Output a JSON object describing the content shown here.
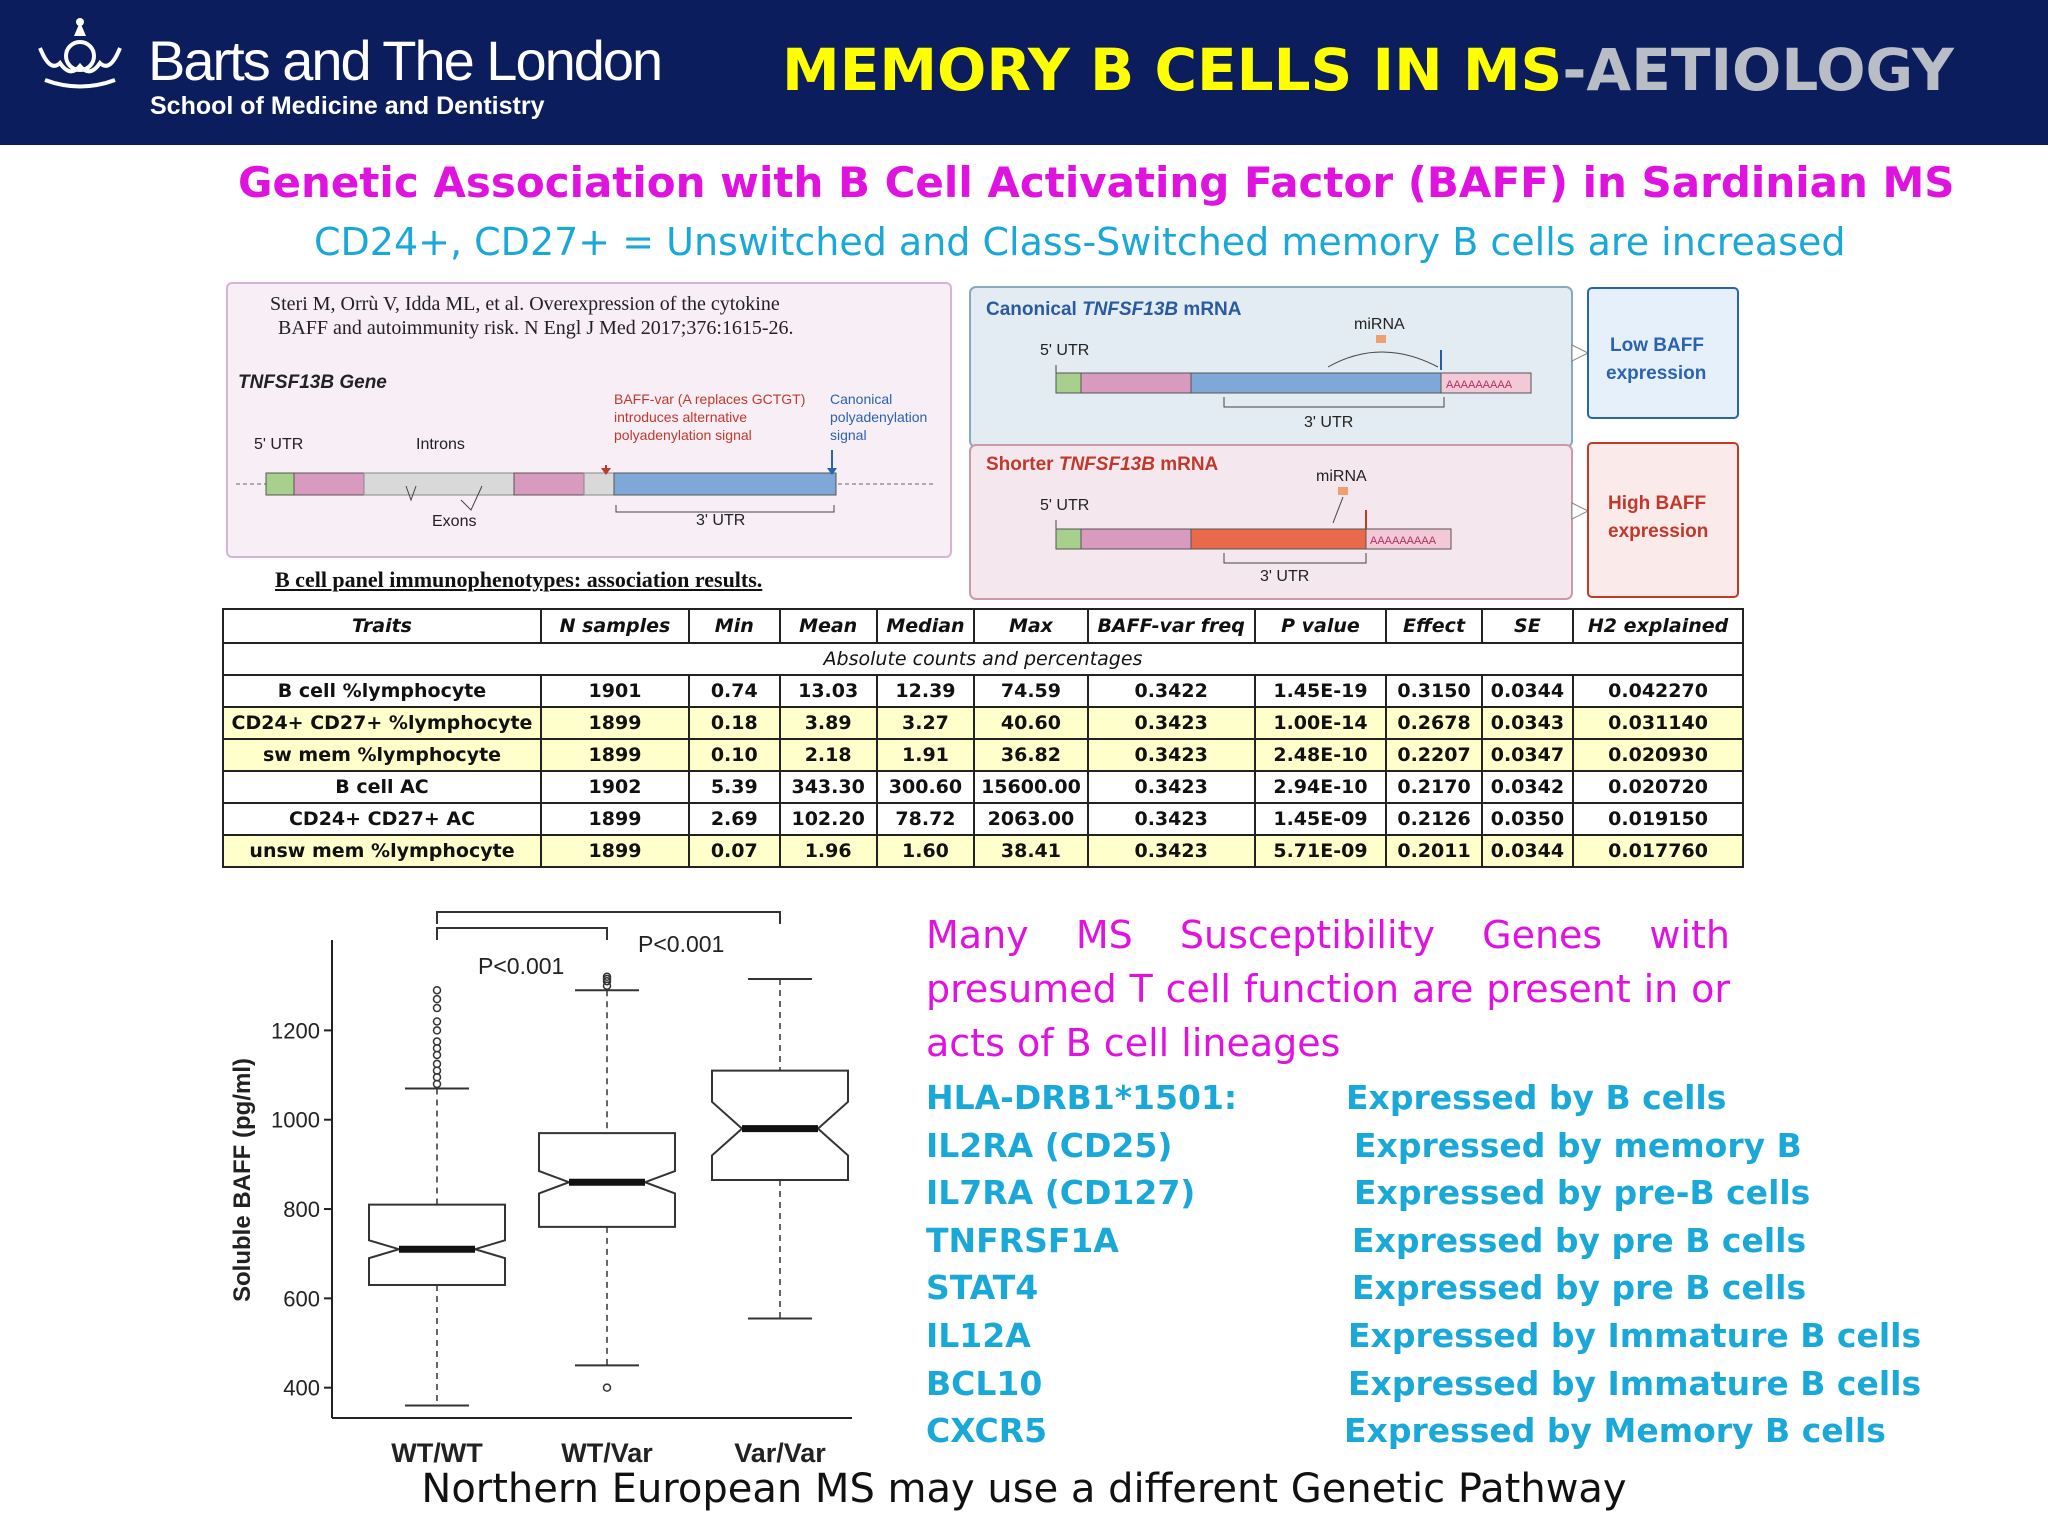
{
  "header": {
    "logo_main": "Barts and The London",
    "logo_sub": "School of Medicine and Dentistry",
    "title_part1": "MEMORY B CELLS IN MS",
    "title_part2": "-AETIOLOGY"
  },
  "subtitle": "Genetic Association with B Cell Activating Factor  (BAFF) in Sardinian MS",
  "subheading": "CD24+, CD27+ =  Unswitched and Class-Switched memory B cells are increased",
  "citation": {
    "line1": "Steri M, Orrù V, Idda ML, et al. Overexpression of the cytokine",
    "line2": "BAFF and autoimmunity risk. N Engl J Med 2017;376:1615-26."
  },
  "gene_diagram": {
    "title": "TNFSF13B Gene",
    "utr5": "5' UTR",
    "introns": "Introns",
    "exons": "Exons",
    "utr3": "3' UTR",
    "baff_var_note": [
      "BAFF-var (A replaces GCTGT)",
      "introduces alternative",
      "polyadenylation signal"
    ],
    "canonical_note": [
      "Canonical",
      "polyadenylation",
      "signal"
    ]
  },
  "mrna_diagram": {
    "canonical_title_a": "Canonical ",
    "canonical_title_b": "TNFSF13B",
    "canonical_title_c": " mRNA",
    "shorter_title_a": "Shorter ",
    "shorter_title_b": "TNFSF13B",
    "shorter_title_c": " mRNA",
    "mirna": "miRNA",
    "utr5": "5' UTR",
    "utr3": "3' UTR",
    "polya": "AAAAAAAAA",
    "low_baff": [
      "Low BAFF",
      "expression"
    ],
    "high_baff": [
      "High BAFF",
      "expression"
    ]
  },
  "panel_header": "B cell panel immunophenotypes: association results.",
  "table": {
    "columns": [
      "Traits",
      "N samples",
      "Min",
      "Mean",
      "Median",
      "Max",
      "BAFF-var freq",
      "P value",
      "Effect",
      "SE",
      "H2 explained"
    ],
    "subheader": "Absolute counts and percentages",
    "rows": [
      {
        "cells": [
          "B cell %lymphocyte",
          "1901",
          "0.74",
          "13.03",
          "12.39",
          "74.59",
          "0.3422",
          "1.45E-19",
          "0.3150",
          "0.0344",
          "0.042270"
        ],
        "highlight": false
      },
      {
        "cells": [
          "CD24+ CD27+ %lymphocyte",
          "1899",
          "0.18",
          "3.89",
          "3.27",
          "40.60",
          "0.3423",
          "1.00E-14",
          "0.2678",
          "0.0343",
          "0.031140"
        ],
        "highlight": true
      },
      {
        "cells": [
          "sw mem %lymphocyte",
          "1899",
          "0.10",
          "2.18",
          "1.91",
          "36.82",
          "0.3423",
          "2.48E-10",
          "0.2207",
          "0.0347",
          "0.020930"
        ],
        "highlight": true
      },
      {
        "cells": [
          "B cell AC",
          "1902",
          "5.39",
          "343.30",
          "300.60",
          "15600.00",
          "0.3423",
          "2.94E-10",
          "0.2170",
          "0.0342",
          "0.020720"
        ],
        "highlight": false
      },
      {
        "cells": [
          "CD24+ CD27+ AC",
          "1899",
          "2.69",
          "102.20",
          "78.72",
          "2063.00",
          "0.3423",
          "1.45E-09",
          "0.2126",
          "0.0350",
          "0.019150"
        ],
        "highlight": false
      },
      {
        "cells": [
          "unsw mem %lymphocyte",
          "1899",
          "0.07",
          "1.96",
          "1.60",
          "38.41",
          "0.3423",
          "5.71E-09",
          "0.2011",
          "0.0344",
          "0.017760"
        ],
        "highlight": true
      }
    ]
  },
  "chart_data": {
    "type": "box",
    "ylabel": "Soluble BAFF (pg/ml)",
    "ylim": [
      350,
      1380
    ],
    "yticks": [
      400,
      600,
      800,
      1000,
      1200
    ],
    "categories": [
      "WT/WT",
      "WT/Var",
      "Var/Var"
    ],
    "boxes": [
      {
        "name": "WT/WT",
        "whisker_low": 360,
        "q1": 630,
        "median": 710,
        "q3": 810,
        "whisker_high": 1070,
        "notch_low": 690,
        "notch_high": 730,
        "outliers": [
          1080,
          1095,
          1110,
          1125,
          1145,
          1160,
          1175,
          1200,
          1220,
          1250,
          1270,
          1290
        ]
      },
      {
        "name": "WT/Var",
        "whisker_low": 450,
        "q1": 760,
        "median": 860,
        "q3": 970,
        "whisker_high": 1290,
        "notch_low": 835,
        "notch_high": 885,
        "outliers": [
          400,
          1300,
          1310,
          1315,
          1320
        ]
      },
      {
        "name": "Var/Var",
        "whisker_low": 555,
        "q1": 865,
        "median": 980,
        "q3": 1110,
        "whisker_high": 1315,
        "notch_low": 920,
        "notch_high": 1040,
        "outliers": []
      }
    ],
    "annotations": [
      "P<0.001",
      "P<0.001"
    ]
  },
  "ms_text": "Many MS Susceptibility Genes with presumed T cell function are present in or acts of B cell lineages",
  "genes": [
    {
      "gene": "HLA-DRB1*1501:",
      "note": "Expressed by B cells"
    },
    {
      "gene": "IL2RA (CD25)",
      "note": "Expressed by memory B"
    },
    {
      "gene": "IL7RA (CD127)",
      "note": "Expressed by pre-B cells"
    },
    {
      "gene": "TNFRSF1A",
      "note": "Expressed by pre B cells"
    },
    {
      "gene": "STAT4",
      "note": "Expressed by pre B cells"
    },
    {
      "gene": "IL12A",
      "note": "Expressed by Immature B cells"
    },
    {
      "gene": "BCL10",
      "note": "Expressed by Immature B cells"
    },
    {
      "gene": "CXCR5",
      "note": "Expressed by Memory B cells"
    }
  ],
  "footer": "Northern European MS may use a different Genetic Pathway",
  "colors": {
    "header_bg": "#0b1d5c",
    "title_yellow": "#ffff00",
    "magenta": "#e012e0",
    "cyan": "#19a8d8"
  }
}
